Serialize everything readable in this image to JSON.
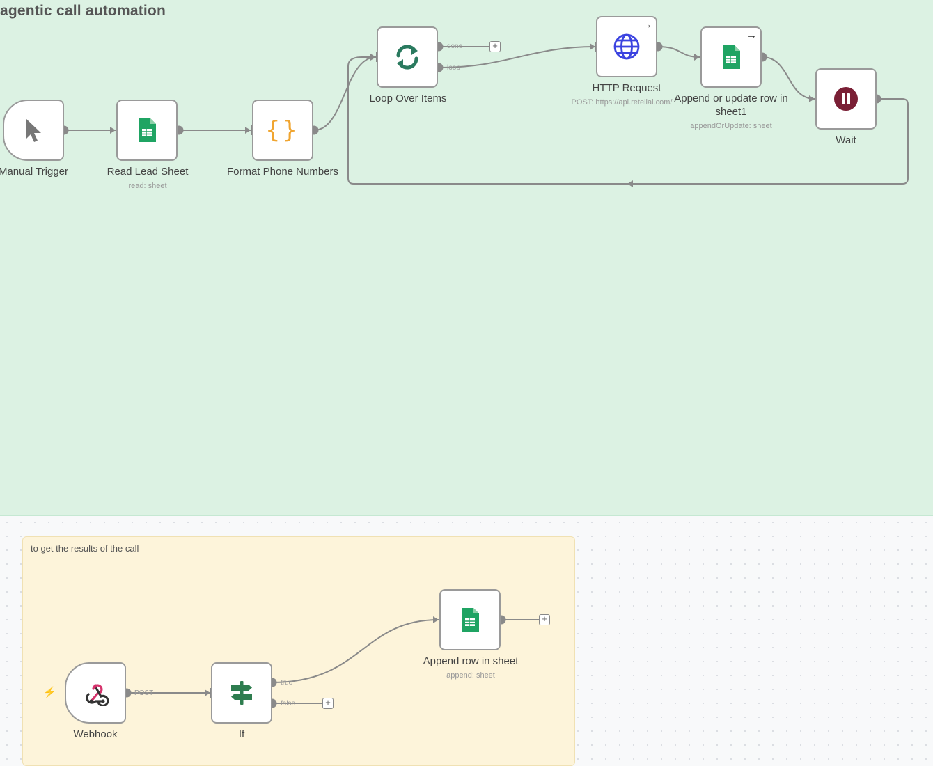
{
  "workflow": {
    "sticky_title": "agentic call automation",
    "sticky2_title": "to get the results of the call"
  },
  "nodes": {
    "manual_trigger": {
      "label": "Manual Trigger",
      "icon": "cursor-icon"
    },
    "read_lead_sheet": {
      "label": "Read Lead Sheet",
      "sub": "read: sheet",
      "icon": "google-sheets-icon"
    },
    "format_phone": {
      "label": "Format Phone Numbers",
      "icon": "code-braces-icon"
    },
    "loop_over_items": {
      "label": "Loop Over Items",
      "icon": "loop-arrows-icon",
      "port_done": "done",
      "port_loop": "loop"
    },
    "http_request": {
      "label": "HTTP Request",
      "sub": "POST: https://api.retellai.com/",
      "icon": "globe-icon"
    },
    "append_update": {
      "label_line1": "Append or update row in",
      "label_line2": "sheet1",
      "sub": "appendOrUpdate: sheet",
      "icon": "google-sheets-icon"
    },
    "wait": {
      "label": "Wait",
      "icon": "pause-icon"
    },
    "webhook": {
      "label": "Webhook",
      "port": "POST",
      "icon": "webhook-icon"
    },
    "if_node": {
      "label": "If",
      "port_true": "true",
      "port_false": "false",
      "icon": "signpost-icon"
    },
    "append_row": {
      "label": "Append row in sheet",
      "sub": "append: sheet",
      "icon": "google-sheets-icon"
    }
  },
  "colors": {
    "sheets_green": "#1fa463",
    "loop_teal": "#2a7a5f",
    "code_orange": "#f0a531",
    "http_blue": "#3b43e0",
    "wait_red": "#7a1f35",
    "webhook_pink": "#d6336c"
  }
}
